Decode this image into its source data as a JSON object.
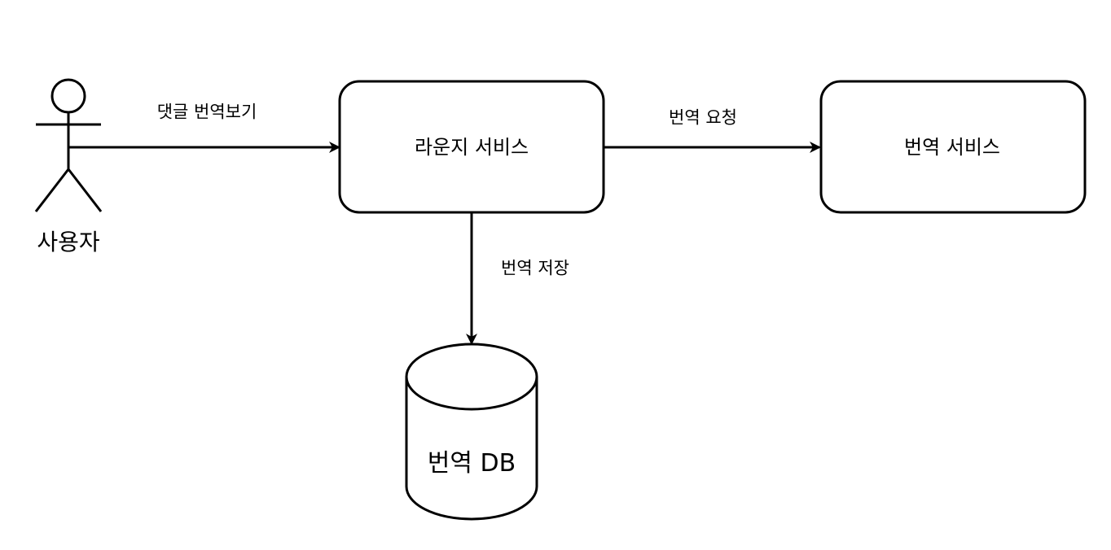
{
  "diagram": {
    "actor": {
      "label": "사용자",
      "icon": "stick-figure-icon"
    },
    "nodes": {
      "lounge_service": {
        "label": "라운지 서비스",
        "shape": "rounded-rectangle"
      },
      "translation_service": {
        "label": "번역 서비스",
        "shape": "rounded-rectangle"
      },
      "translation_db": {
        "label": "번역 DB",
        "shape": "cylinder"
      }
    },
    "edges": {
      "user_to_lounge": {
        "from": "actor",
        "to": "lounge_service",
        "label": "댓글 번역보기"
      },
      "lounge_to_translation": {
        "from": "lounge_service",
        "to": "translation_service",
        "label": "번역 요청"
      },
      "lounge_to_db": {
        "from": "lounge_service",
        "to": "translation_db",
        "label": "번역 저장"
      }
    },
    "colors": {
      "stroke": "#000000",
      "fill": "#ffffff",
      "text": "#000000"
    }
  }
}
